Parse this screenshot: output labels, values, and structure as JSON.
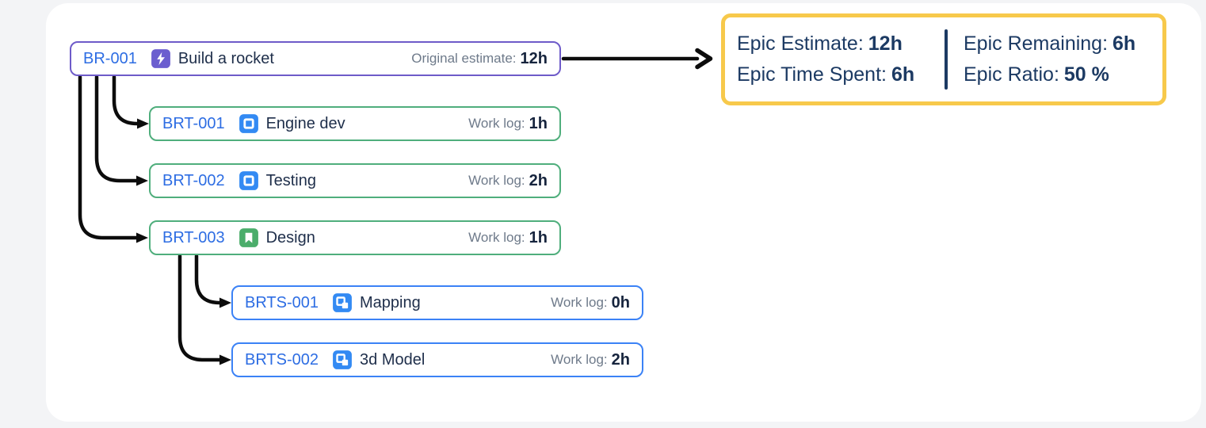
{
  "colors": {
    "page_background": "#f3f4f6",
    "card_background": "#ffffff",
    "epic_border": "#6E5BC9",
    "task_border": "#4FAE7C",
    "subtask_border": "#3B82F6",
    "stats_border": "#F7C94B",
    "stats_text": "#1C3A63",
    "issue_key_blue": "#2D6DE3",
    "summary_text": "#1E2E4A",
    "meta_label_gray": "#6E7A8A",
    "arrow_black": "#0c0c0c",
    "epic_icon_purple": "#6B5ECF",
    "task_icon_blue": "#338AF3",
    "story_icon_green": "#4BAD6B",
    "subtask_icon_blue": "#338AF3"
  },
  "rows": [
    {
      "key": "BR-001",
      "type": "epic",
      "icon": "epic-icon",
      "summary": "Build a rocket",
      "meta_label": "Original estimate:",
      "meta_value": "12h"
    },
    {
      "key": "BRT-001",
      "type": "task",
      "icon": "task-icon",
      "summary": "Engine dev",
      "meta_label": "Work log:",
      "meta_value": "1h"
    },
    {
      "key": "BRT-002",
      "type": "task",
      "icon": "task-icon",
      "summary": "Testing",
      "meta_label": "Work log:",
      "meta_value": "2h"
    },
    {
      "key": "BRT-003",
      "type": "story",
      "icon": "story-icon",
      "summary": "Design",
      "meta_label": "Work log:",
      "meta_value": "1h"
    },
    {
      "key": "BRTS-001",
      "type": "subtask",
      "icon": "subtask-icon",
      "summary": "Mapping",
      "meta_label": "Work log:",
      "meta_value": "0h"
    },
    {
      "key": "BRTS-002",
      "type": "subtask",
      "icon": "subtask-icon",
      "summary": "3d Model",
      "meta_label": "Work log:",
      "meta_value": "2h"
    }
  ],
  "stats": {
    "left": [
      {
        "label": "Epic Estimate:",
        "value": "12h"
      },
      {
        "label": "Epic Time Spent:",
        "value": "6h"
      }
    ],
    "right": [
      {
        "label": "Epic Remaining:",
        "value": "6h"
      },
      {
        "label": "Epic Ratio:",
        "value": "50 %"
      }
    ]
  }
}
